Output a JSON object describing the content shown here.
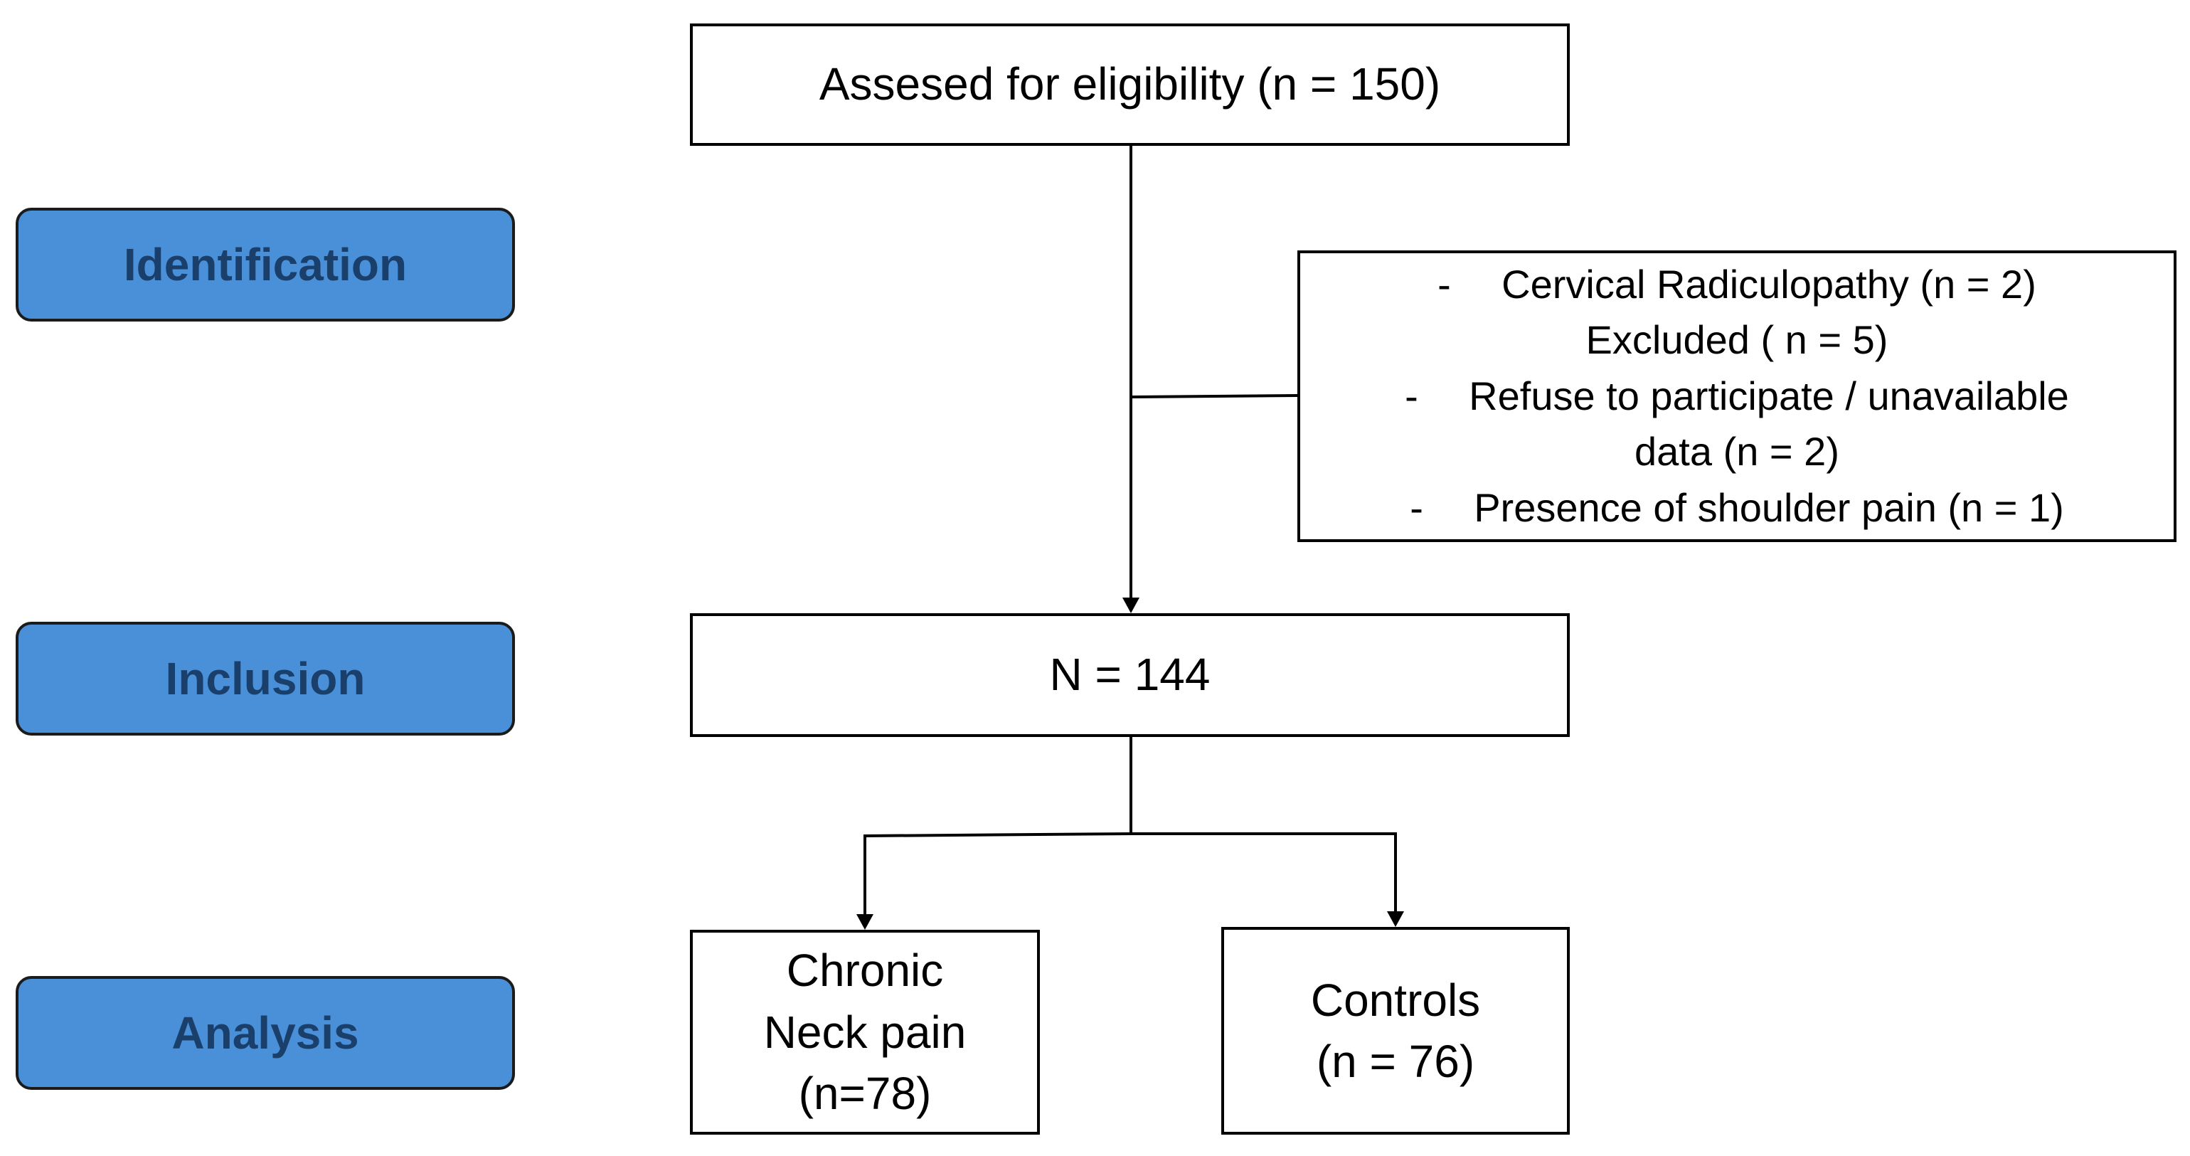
{
  "stages": {
    "identification": "Identification",
    "inclusion": "Inclusion",
    "analysis": "Analysis"
  },
  "boxes": {
    "eligibility": "Assesed for eligibility (n = 150)",
    "exclusion": {
      "item_1": "Cervical Radiculopathy (n = 2)",
      "title": "Excluded ( n = 5)",
      "item_2_line_1": "Refuse to participate / unavailable",
      "item_2_line_2": "data (n = 2)",
      "item_3": "Presence of shoulder pain (n = 1)",
      "bullet": "-"
    },
    "included": "N = 144",
    "chronic_neck_pain": {
      "line_1": "Chronic",
      "line_2": "Neck pain",
      "line_3": "(n=78)"
    },
    "controls": {
      "line_1": "Controls",
      "line_2": "(n = 76)"
    }
  },
  "colors": {
    "stage_fill": "#4a90d9",
    "stage_text": "#1a3f6b",
    "stage_border": "#1b1b1b",
    "box_border": "#000000",
    "connector": "#000000"
  }
}
